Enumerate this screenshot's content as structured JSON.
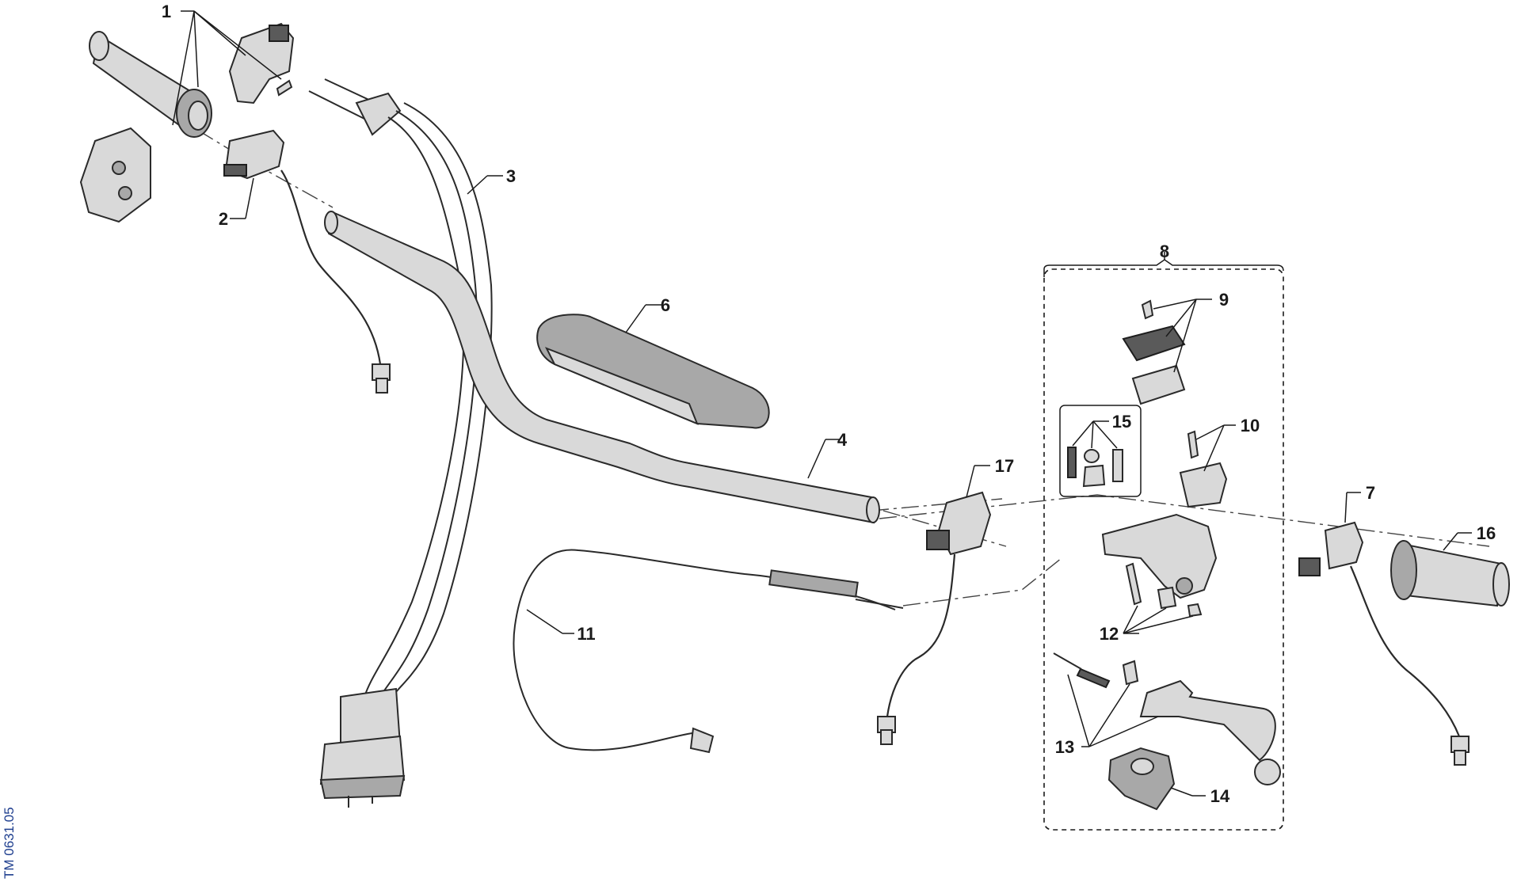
{
  "diagram": {
    "callouts": [
      "1",
      "2",
      "3",
      "4",
      "6",
      "7",
      "8",
      "9",
      "10",
      "11",
      "12",
      "13",
      "14",
      "15",
      "16",
      "17"
    ],
    "side_code": "TM 0631.05"
  }
}
